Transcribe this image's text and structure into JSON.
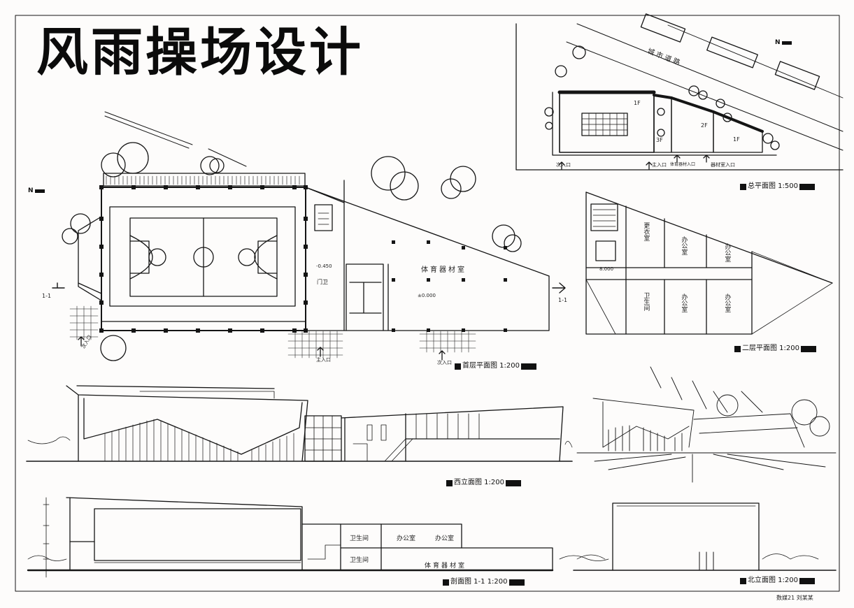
{
  "title": "风雨操场设计",
  "site_plan": {
    "road": "城市道路",
    "floors": [
      "1F",
      "3F",
      "2F",
      "1F"
    ],
    "entrances": [
      "次入口",
      "主入口",
      "体育器材入口",
      "器材室入口"
    ],
    "caption": "总平面图 1:500"
  },
  "ground_floor": {
    "rooms": {
      "equipment": "体育器材室",
      "duty": "门卫"
    },
    "levels": [
      "±0.000",
      "-0.450"
    ],
    "entrances": [
      "次入口",
      "主入口",
      "次入口"
    ],
    "section_mark": "1-1",
    "caption": "首层平面图 1:200"
  },
  "second_floor": {
    "rooms": [
      "更衣室",
      "办公室",
      "办公室",
      "卫生间",
      "办公室",
      "办公室"
    ],
    "level": "8.000",
    "caption": "二层平面图 1:200"
  },
  "west_elevation": {
    "caption": "西立面图 1:200"
  },
  "section": {
    "rooms": [
      "卫生间",
      "办公室",
      "办公室",
      "卫生间",
      "体育器材室"
    ],
    "caption": "剖面图 1-1 1:200"
  },
  "north_elevation": {
    "caption": "北立面图 1:200"
  },
  "author": "数媒21 刘某某",
  "north_label": "N"
}
